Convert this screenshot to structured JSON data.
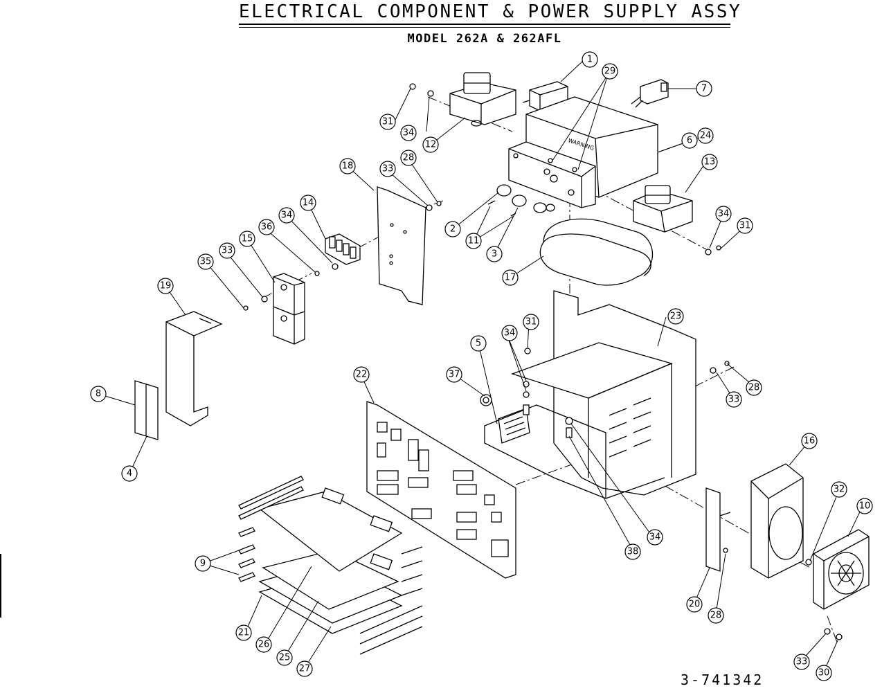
{
  "title": "ELECTRICAL COMPONENT & POWER SUPPLY ASSY",
  "subtitle": "MODEL 262A & 262AFL",
  "drawing_number": "3-741342",
  "warning_label": "WARNING",
  "callouts": [
    {
      "id": "c1",
      "label": "1"
    },
    {
      "id": "c2",
      "label": "2"
    },
    {
      "id": "c3",
      "label": "3"
    },
    {
      "id": "c4",
      "label": "4"
    },
    {
      "id": "c5",
      "label": "5"
    },
    {
      "id": "c6",
      "label": "6"
    },
    {
      "id": "c7",
      "label": "7"
    },
    {
      "id": "c8",
      "label": "8"
    },
    {
      "id": "c9",
      "label": "9"
    },
    {
      "id": "c10",
      "label": "10"
    },
    {
      "id": "c11",
      "label": "11"
    },
    {
      "id": "c12",
      "label": "12"
    },
    {
      "id": "c13",
      "label": "13"
    },
    {
      "id": "c14",
      "label": "14"
    },
    {
      "id": "c15",
      "label": "15"
    },
    {
      "id": "c16",
      "label": "16"
    },
    {
      "id": "c17",
      "label": "17"
    },
    {
      "id": "c18",
      "label": "18"
    },
    {
      "id": "c19",
      "label": "19"
    },
    {
      "id": "c20",
      "label": "20"
    },
    {
      "id": "c21",
      "label": "21"
    },
    {
      "id": "c22",
      "label": "22"
    },
    {
      "id": "c23",
      "label": "23"
    },
    {
      "id": "c24",
      "label": "24"
    },
    {
      "id": "c25",
      "label": "25"
    },
    {
      "id": "c26",
      "label": "26"
    },
    {
      "id": "c27",
      "label": "27"
    },
    {
      "id": "c28a",
      "label": "28"
    },
    {
      "id": "c28b",
      "label": "28"
    },
    {
      "id": "c28c",
      "label": "28"
    },
    {
      "id": "c29",
      "label": "29"
    },
    {
      "id": "c30",
      "label": "30"
    },
    {
      "id": "c31a",
      "label": "31"
    },
    {
      "id": "c31b",
      "label": "31"
    },
    {
      "id": "c31c",
      "label": "31"
    },
    {
      "id": "c32",
      "label": "32"
    },
    {
      "id": "c33a",
      "label": "33"
    },
    {
      "id": "c33b",
      "label": "33"
    },
    {
      "id": "c33c",
      "label": "33"
    },
    {
      "id": "c33d",
      "label": "33"
    },
    {
      "id": "c34a",
      "label": "34"
    },
    {
      "id": "c34b",
      "label": "34"
    },
    {
      "id": "c34c",
      "label": "34"
    },
    {
      "id": "c34d",
      "label": "34"
    },
    {
      "id": "c34e",
      "label": "34"
    },
    {
      "id": "c35",
      "label": "35"
    },
    {
      "id": "c36",
      "label": "36"
    },
    {
      "id": "c37",
      "label": "37"
    },
    {
      "id": "c38",
      "label": "38"
    }
  ]
}
